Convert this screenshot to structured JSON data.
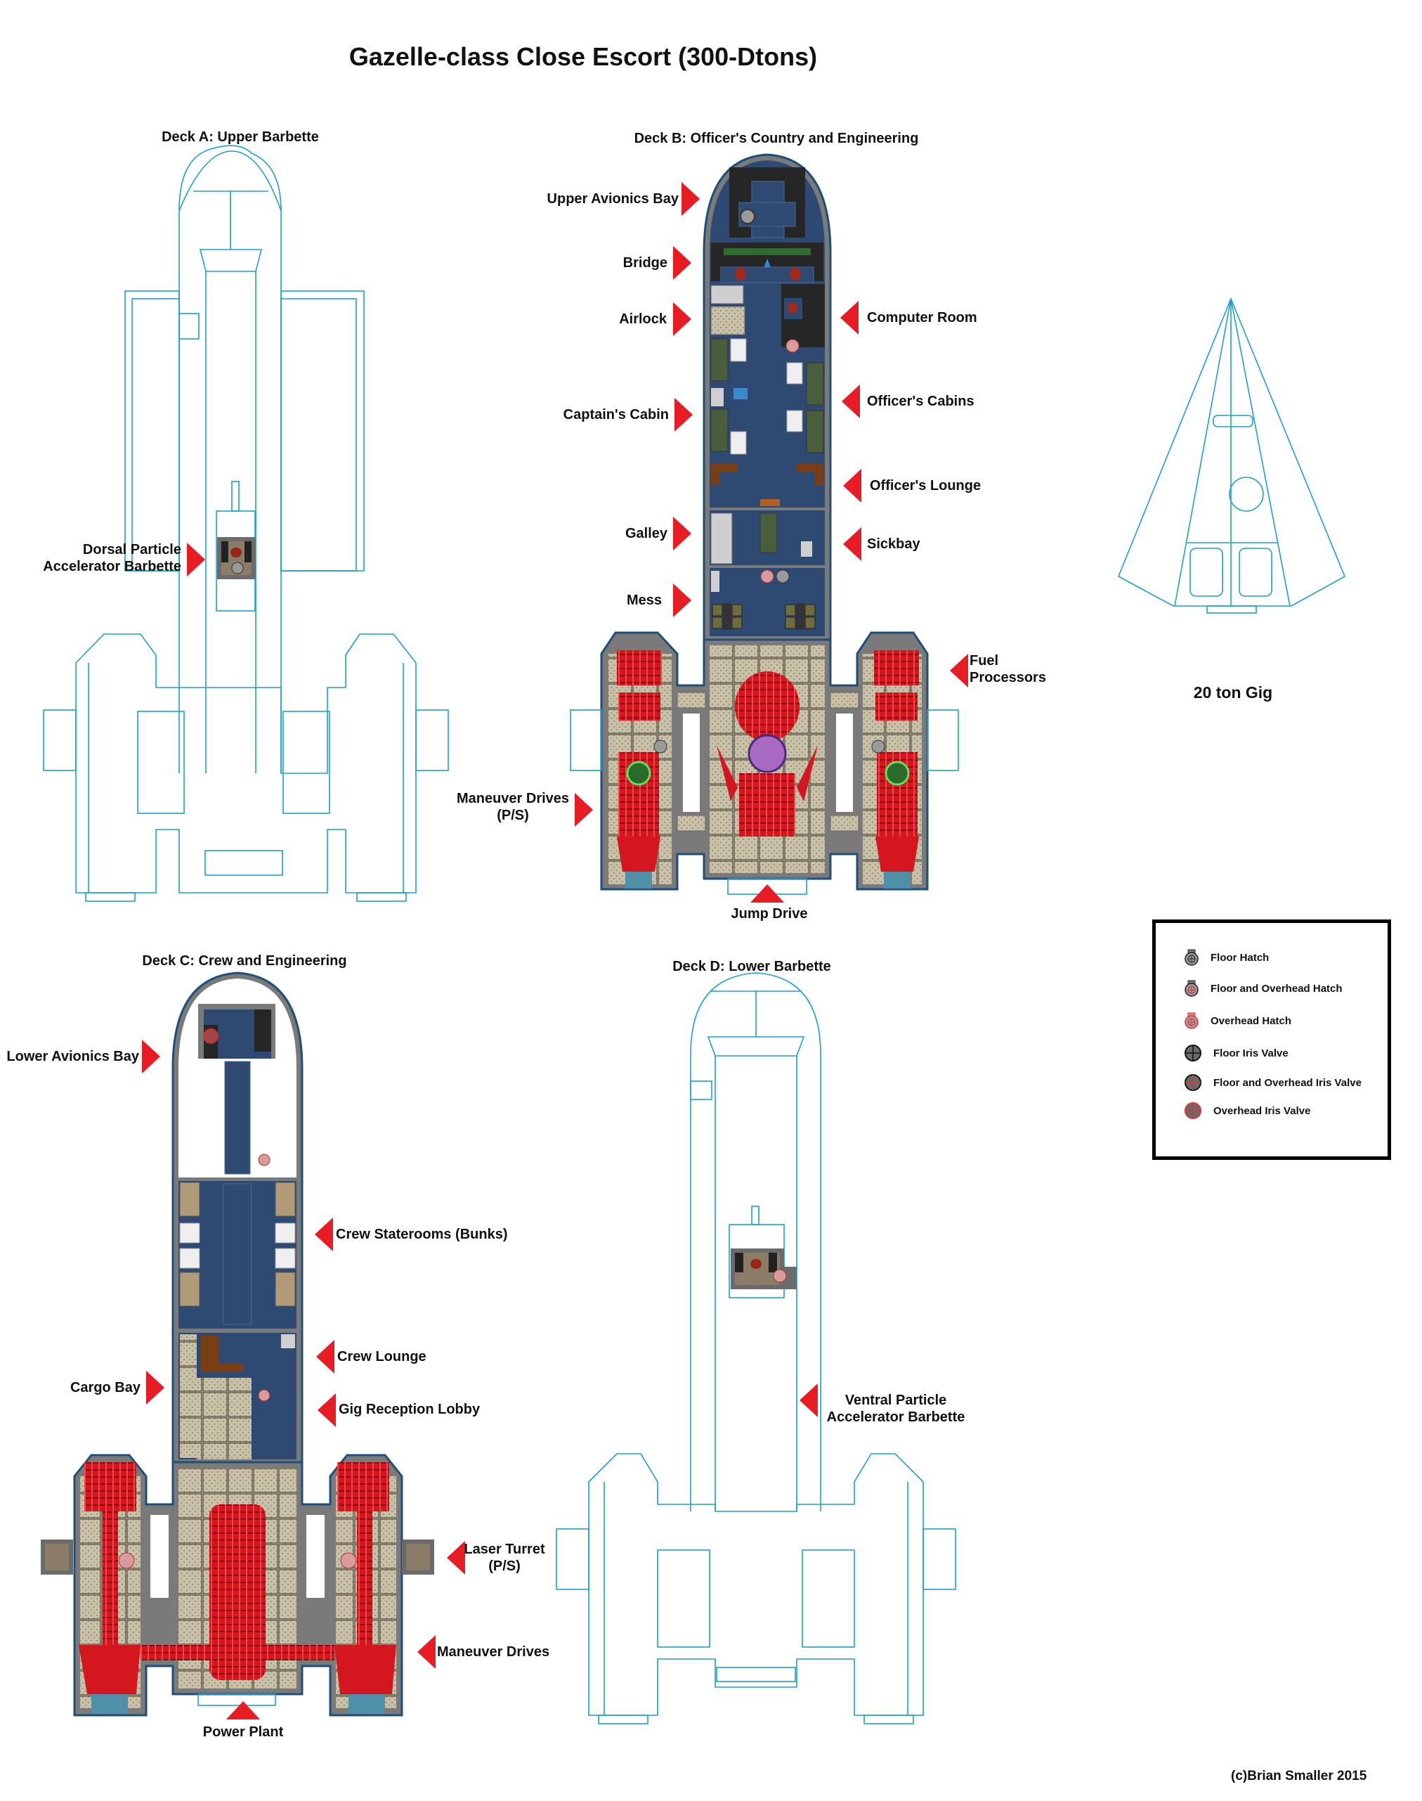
{
  "title": "Gazelle-class Close Escort (300-Dtons)",
  "colors": {
    "outline": "#1ea0c8",
    "arrow": "#e81c24",
    "hull": "#7a7a7a",
    "deck_floor": "#2e4a72",
    "engineering_floor": "#bdb39b",
    "machinery": "#d4161f"
  },
  "decks": [
    {
      "id": "A",
      "title": "Deck A: Upper Barbette",
      "rooms": [
        {
          "label": "Dorsal Particle\nAccelerator Barbette",
          "line1": "Dorsal Particle",
          "line2": "Accelerator Barbette",
          "arrow": "right"
        }
      ]
    },
    {
      "id": "B",
      "title": "Deck B: Officer's Country and Engineering",
      "rooms": [
        {
          "label": "Upper Avionics Bay",
          "arrow": "right"
        },
        {
          "label": "Bridge",
          "arrow": "right"
        },
        {
          "label": "Airlock",
          "arrow": "right"
        },
        {
          "label": "Computer Room",
          "arrow": "left"
        },
        {
          "label": "Officer's Cabins",
          "arrow": "left"
        },
        {
          "label": "Captain's Cabin",
          "arrow": "right"
        },
        {
          "label": "Officer's Lounge",
          "arrow": "left"
        },
        {
          "label": "Galley",
          "arrow": "right"
        },
        {
          "label": "Sickbay",
          "arrow": "left"
        },
        {
          "label": "Mess",
          "arrow": "right"
        },
        {
          "label": "Fuel Processors",
          "line1": "Fuel",
          "line2": "Processors",
          "arrow": "left"
        },
        {
          "label": "Maneuver Drives (P/S)",
          "line1": "Maneuver Drives",
          "line2": "(P/S)",
          "arrow": "right"
        },
        {
          "label": "Jump Drive",
          "arrow": "up"
        }
      ]
    },
    {
      "id": "C",
      "title": "Deck C: Crew and Engineering",
      "rooms": [
        {
          "label": "Lower Avionics Bay",
          "arrow": "right"
        },
        {
          "label": "Crew Staterooms (Bunks)",
          "arrow": "left"
        },
        {
          "label": "Crew Lounge",
          "arrow": "left"
        },
        {
          "label": "Cargo Bay",
          "arrow": "right"
        },
        {
          "label": "Gig Reception Lobby",
          "arrow": "left"
        },
        {
          "label": "Laser Turret (P/S)",
          "line1": "Laser Turret",
          "line2": "(P/S)",
          "arrow": "left"
        },
        {
          "label": "Maneuver Drives",
          "arrow": "left"
        },
        {
          "label": "Power Plant",
          "arrow": "up"
        }
      ]
    },
    {
      "id": "D",
      "title": "Deck D: Lower Barbette",
      "rooms": [
        {
          "label": "Ventral Particle Accelerator Barbette",
          "line1": "Ventral Particle",
          "line2": "Accelerator Barbette",
          "arrow": "left"
        }
      ]
    }
  ],
  "gig": {
    "label": "20 ton Gig"
  },
  "legend": {
    "items": [
      {
        "label": "Floor Hatch",
        "icon": "floor-hatch"
      },
      {
        "label": "Floor and Overhead Hatch",
        "icon": "floor-overhead-hatch"
      },
      {
        "label": "Overhead Hatch",
        "icon": "overhead-hatch"
      },
      {
        "label": "Floor Iris  Valve",
        "icon": "floor-iris-valve"
      },
      {
        "label": "Floor and Overhead Iris Valve",
        "icon": "floor-overhead-iris-valve"
      },
      {
        "label": "Overhead Iris Valve",
        "icon": "overhead-iris-valve"
      }
    ]
  },
  "copyright": "(c)Brian Smaller 2015"
}
